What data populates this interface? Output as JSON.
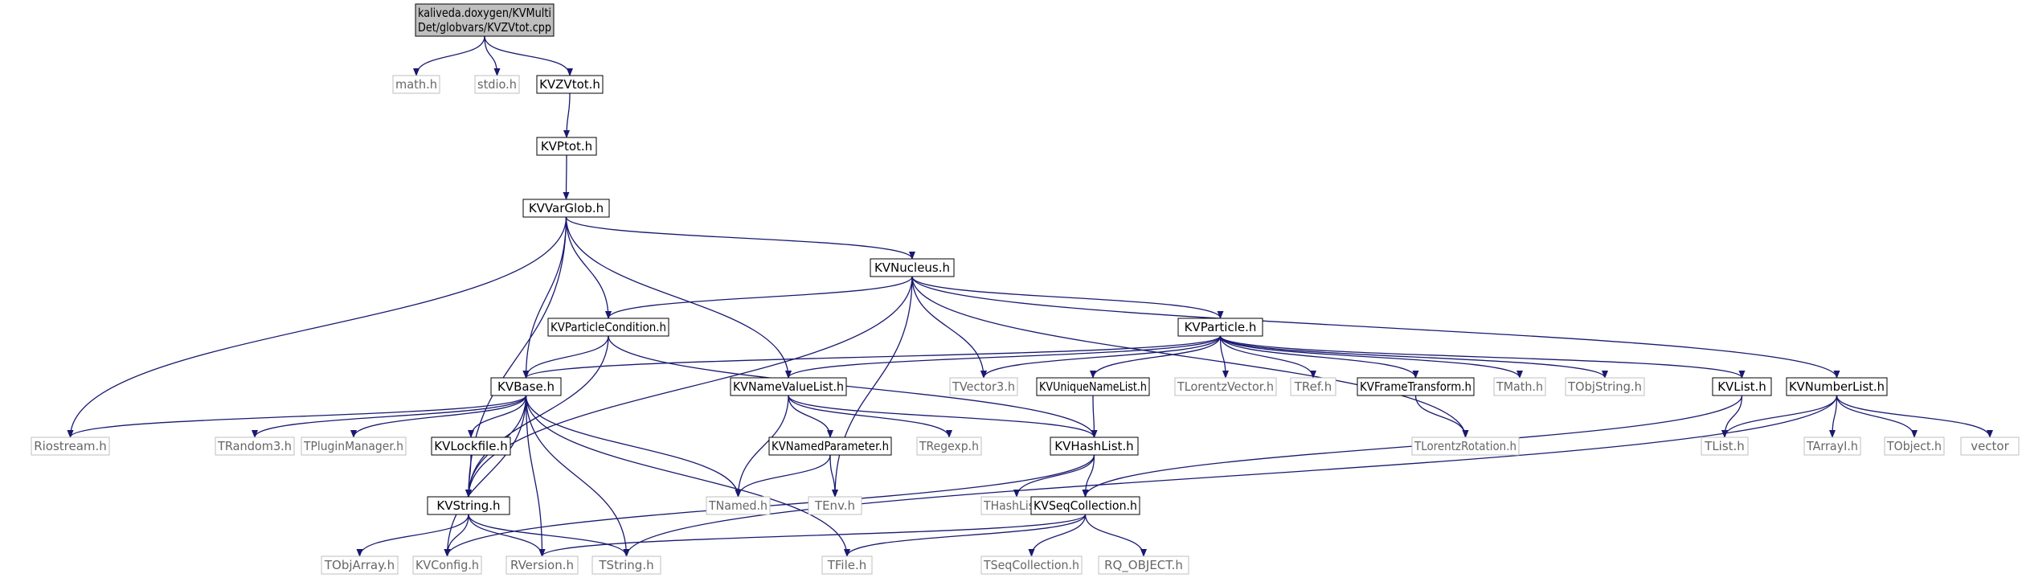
{
  "colors": {
    "edge": "#191970",
    "root_fill": "#bfbfbf",
    "root_stroke": "#000000",
    "doc_stroke": "#000000",
    "ext_stroke": "#bfbfbf",
    "doc_text": "#000000",
    "ext_text": "#666666"
  },
  "nodes": [
    {
      "id": "root",
      "label": [
        "kaliveda.doxygen/KVMulti",
        "Det/globvars/KVZVtot.cpp"
      ],
      "kind": "root"
    },
    {
      "id": "math",
      "label": [
        "math.h"
      ],
      "kind": "ext"
    },
    {
      "id": "stdio",
      "label": [
        "stdio.h"
      ],
      "kind": "ext"
    },
    {
      "id": "kvzvtot",
      "label": [
        "KVZVtot.h"
      ],
      "kind": "doc"
    },
    {
      "id": "kvptot",
      "label": [
        "KVPtot.h"
      ],
      "kind": "doc"
    },
    {
      "id": "kvvarglob",
      "label": [
        "KVVarGlob.h"
      ],
      "kind": "doc"
    },
    {
      "id": "kvnucleus",
      "label": [
        "KVNucleus.h"
      ],
      "kind": "doc"
    },
    {
      "id": "kvparticlecondition",
      "label": [
        "KVParticleCondition.h"
      ],
      "kind": "doc"
    },
    {
      "id": "kvparticle",
      "label": [
        "KVParticle.h"
      ],
      "kind": "doc"
    },
    {
      "id": "kvbase",
      "label": [
        "KVBase.h"
      ],
      "kind": "doc"
    },
    {
      "id": "kvnamevaluelist",
      "label": [
        "KVNameValueList.h"
      ],
      "kind": "doc"
    },
    {
      "id": "tvector3",
      "label": [
        "TVector3.h"
      ],
      "kind": "ext"
    },
    {
      "id": "kvuniquenamelist",
      "label": [
        "KVUniqueNameList.h"
      ],
      "kind": "doc"
    },
    {
      "id": "tlorentzvector",
      "label": [
        "TLorentzVector.h"
      ],
      "kind": "ext"
    },
    {
      "id": "tref",
      "label": [
        "TRef.h"
      ],
      "kind": "ext"
    },
    {
      "id": "kvframetransform",
      "label": [
        "KVFrameTransform.h"
      ],
      "kind": "doc"
    },
    {
      "id": "tmath",
      "label": [
        "TMath.h"
      ],
      "kind": "ext"
    },
    {
      "id": "tobjstring",
      "label": [
        "TObjString.h"
      ],
      "kind": "ext"
    },
    {
      "id": "kvlist",
      "label": [
        "KVList.h"
      ],
      "kind": "doc"
    },
    {
      "id": "kvnumberlist",
      "label": [
        "KVNumberList.h"
      ],
      "kind": "doc"
    },
    {
      "id": "riostream",
      "label": [
        "Riostream.h"
      ],
      "kind": "ext"
    },
    {
      "id": "trandom3",
      "label": [
        "TRandom3.h"
      ],
      "kind": "ext"
    },
    {
      "id": "tpluginmanager",
      "label": [
        "TPluginManager.h"
      ],
      "kind": "ext"
    },
    {
      "id": "kvlockfile",
      "label": [
        "KVLockfile.h"
      ],
      "kind": "doc"
    },
    {
      "id": "kvnamedparameter",
      "label": [
        "KVNamedParameter.h"
      ],
      "kind": "doc"
    },
    {
      "id": "tregexp",
      "label": [
        "TRegexp.h"
      ],
      "kind": "ext"
    },
    {
      "id": "kvhashlist",
      "label": [
        "KVHashList.h"
      ],
      "kind": "doc"
    },
    {
      "id": "tlorentzrotation",
      "label": [
        "TLorentzRotation.h"
      ],
      "kind": "ext"
    },
    {
      "id": "tlist",
      "label": [
        "TList.h"
      ],
      "kind": "ext"
    },
    {
      "id": "tarrayi",
      "label": [
        "TArrayI.h"
      ],
      "kind": "ext"
    },
    {
      "id": "tobject",
      "label": [
        "TObject.h"
      ],
      "kind": "ext"
    },
    {
      "id": "vector",
      "label": [
        "vector"
      ],
      "kind": "ext"
    },
    {
      "id": "kvstring",
      "label": [
        "KVString.h"
      ],
      "kind": "doc"
    },
    {
      "id": "tnamed",
      "label": [
        "TNamed.h"
      ],
      "kind": "ext"
    },
    {
      "id": "tenv",
      "label": [
        "TEnv.h"
      ],
      "kind": "ext"
    },
    {
      "id": "thashlist",
      "label": [
        "THashList.h"
      ],
      "kind": "ext"
    },
    {
      "id": "kvseqcollection",
      "label": [
        "KVSeqCollection.h"
      ],
      "kind": "doc"
    },
    {
      "id": "tobjarray",
      "label": [
        "TObjArray.h"
      ],
      "kind": "ext"
    },
    {
      "id": "kvconfig",
      "label": [
        "KVConfig.h"
      ],
      "kind": "ext"
    },
    {
      "id": "rversion",
      "label": [
        "RVersion.h"
      ],
      "kind": "ext"
    },
    {
      "id": "tstring",
      "label": [
        "TString.h"
      ],
      "kind": "ext"
    },
    {
      "id": "tfile",
      "label": [
        "TFile.h"
      ],
      "kind": "ext"
    },
    {
      "id": "tseqcollection",
      "label": [
        "TSeqCollection.h"
      ],
      "kind": "ext"
    },
    {
      "id": "rq_object",
      "label": [
        "RQ_OBJECT.h"
      ],
      "kind": "ext"
    }
  ],
  "edges": [
    [
      "root",
      "math"
    ],
    [
      "root",
      "stdio"
    ],
    [
      "root",
      "kvzvtot"
    ],
    [
      "kvzvtot",
      "kvptot"
    ],
    [
      "kvptot",
      "kvvarglob"
    ],
    [
      "kvvarglob",
      "kvnucleus"
    ],
    [
      "kvvarglob",
      "kvparticlecondition"
    ],
    [
      "kvvarglob",
      "kvbase"
    ],
    [
      "kvvarglob",
      "kvnamevaluelist"
    ],
    [
      "kvvarglob",
      "riostream"
    ],
    [
      "kvvarglob",
      "kvstring"
    ],
    [
      "kvnucleus",
      "kvparticlecondition"
    ],
    [
      "kvnucleus",
      "kvparticle"
    ],
    [
      "kvnucleus",
      "tvector3"
    ],
    [
      "kvnucleus",
      "kvnumberlist"
    ],
    [
      "kvnucleus",
      "tlorentzrotation"
    ],
    [
      "kvnucleus",
      "kvstring"
    ],
    [
      "kvnucleus",
      "tenv"
    ],
    [
      "kvparticlecondition",
      "kvbase"
    ],
    [
      "kvparticlecondition",
      "kvhashlist"
    ],
    [
      "kvparticlecondition",
      "kvstring"
    ],
    [
      "kvparticle",
      "kvbase"
    ],
    [
      "kvparticle",
      "kvnamevaluelist"
    ],
    [
      "kvparticle",
      "tvector3"
    ],
    [
      "kvparticle",
      "kvuniquenamelist"
    ],
    [
      "kvparticle",
      "tlorentzvector"
    ],
    [
      "kvparticle",
      "tref"
    ],
    [
      "kvparticle",
      "kvframetransform"
    ],
    [
      "kvparticle",
      "tmath"
    ],
    [
      "kvparticle",
      "tobjstring"
    ],
    [
      "kvparticle",
      "kvlist"
    ],
    [
      "kvbase",
      "riostream"
    ],
    [
      "kvbase",
      "trandom3"
    ],
    [
      "kvbase",
      "tpluginmanager"
    ],
    [
      "kvbase",
      "kvlockfile"
    ],
    [
      "kvbase",
      "kvstring"
    ],
    [
      "kvbase",
      "kvconfig"
    ],
    [
      "kvbase",
      "rversion"
    ],
    [
      "kvbase",
      "tstring"
    ],
    [
      "kvbase",
      "tfile"
    ],
    [
      "kvbase",
      "tnamed"
    ],
    [
      "kvnamevaluelist",
      "kvnamedparameter"
    ],
    [
      "kvnamevaluelist",
      "tregexp"
    ],
    [
      "kvnamevaluelist",
      "kvhashlist"
    ],
    [
      "kvnamevaluelist",
      "tnamed"
    ],
    [
      "kvuniquenamelist",
      "kvhashlist"
    ],
    [
      "kvframetransform",
      "tlorentzrotation"
    ],
    [
      "kvlist",
      "tlist"
    ],
    [
      "kvlist",
      "kvseqcollection"
    ],
    [
      "kvnumberlist",
      "tlist"
    ],
    [
      "kvnumberlist",
      "tarrayi"
    ],
    [
      "kvnumberlist",
      "tobject"
    ],
    [
      "kvnumberlist",
      "vector"
    ],
    [
      "kvnumberlist",
      "tstring"
    ],
    [
      "kvlockfile",
      "kvstring"
    ],
    [
      "kvnamedparameter",
      "tnamed"
    ],
    [
      "kvnamedparameter",
      "tenv"
    ],
    [
      "kvhashlist",
      "thashlist"
    ],
    [
      "kvhashlist",
      "kvseqcollection"
    ],
    [
      "kvhashlist",
      "kvconfig"
    ],
    [
      "kvstring",
      "tobjarray"
    ],
    [
      "kvstring",
      "kvconfig"
    ],
    [
      "kvstring",
      "rversion"
    ],
    [
      "kvstring",
      "tstring"
    ],
    [
      "kvseqcollection",
      "tseqcollection"
    ],
    [
      "kvseqcollection",
      "rq_object"
    ],
    [
      "kvseqcollection",
      "tfile"
    ],
    [
      "kvseqcollection",
      "rversion"
    ]
  ]
}
